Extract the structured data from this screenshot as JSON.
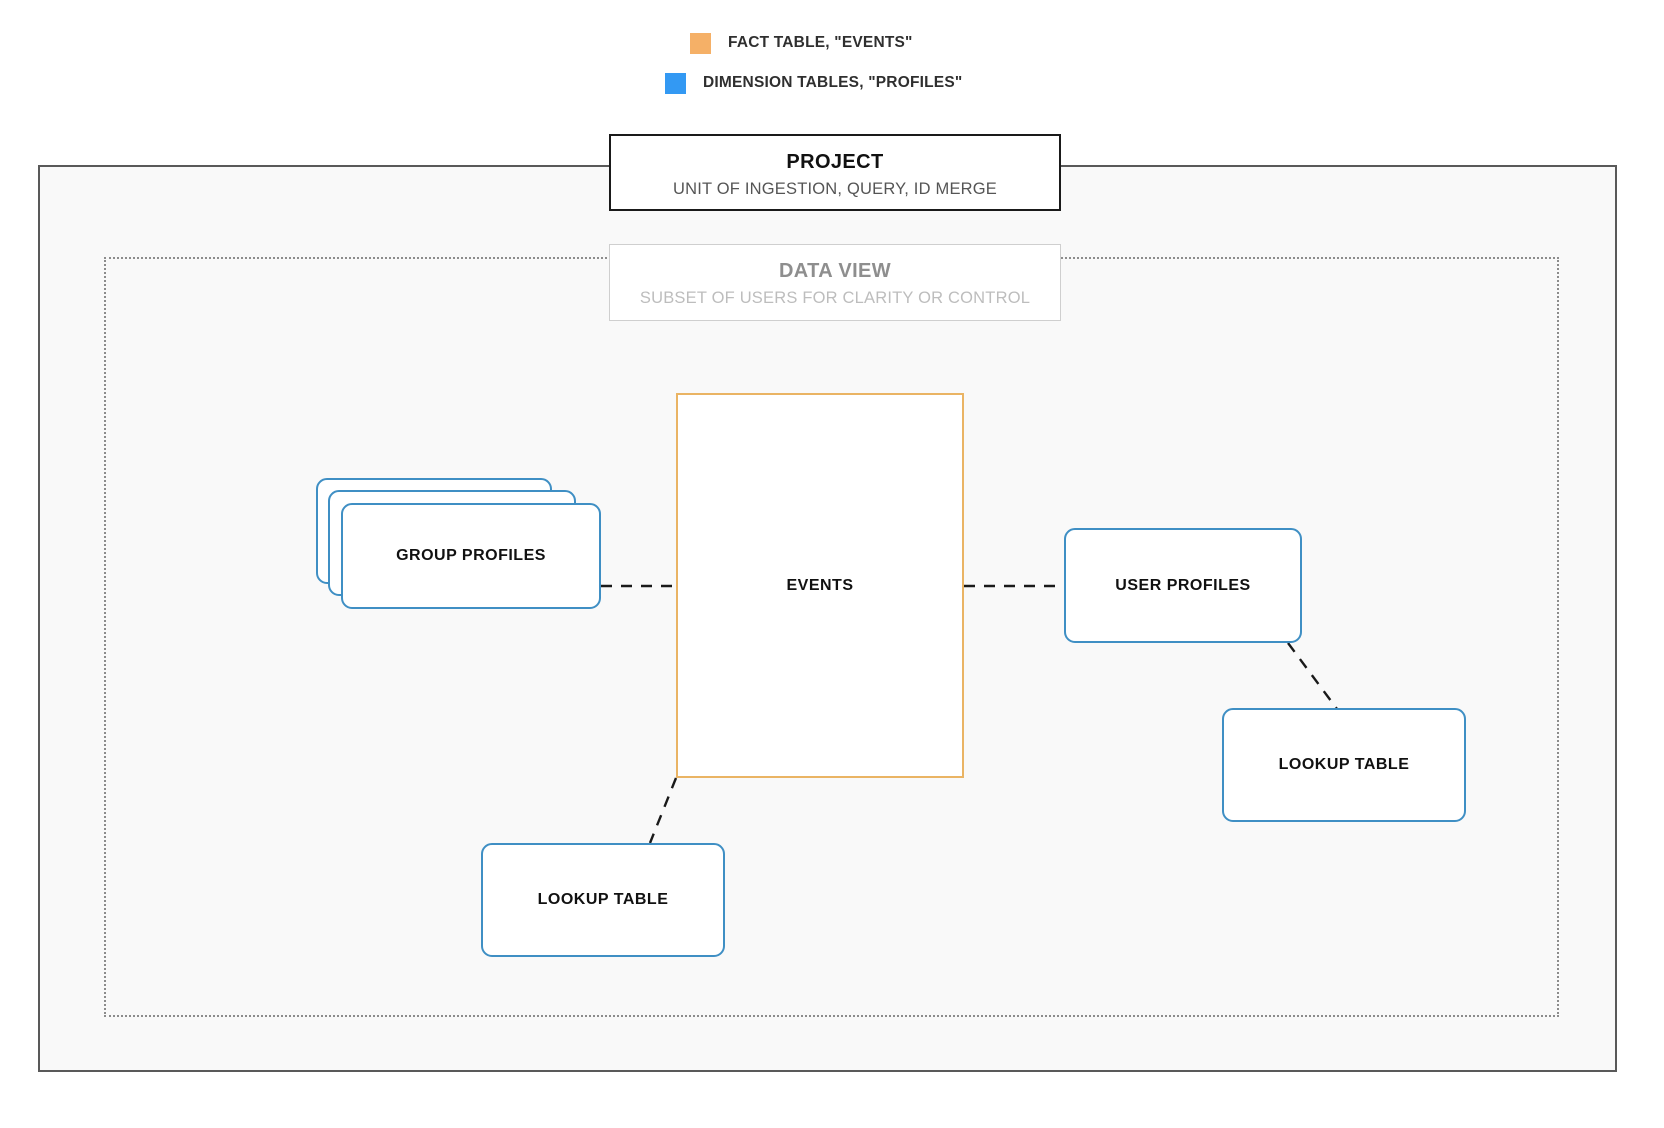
{
  "legend": {
    "items": [
      {
        "label": "FACT TABLE, \"EVENTS\"",
        "color": "#f5b067",
        "icon": "orange-square-swatch"
      },
      {
        "label": "DIMENSION TABLES, \"PROFILES\"",
        "color": "#3399f3",
        "icon": "blue-square-swatch"
      }
    ]
  },
  "project": {
    "title": "PROJECT",
    "subtitle": "UNIT OF INGESTION, QUERY, ID MERGE"
  },
  "data_view": {
    "title": "DATA VIEW",
    "subtitle": "SUBSET OF USERS FOR CLARITY OR CONTROL"
  },
  "nodes": {
    "events": {
      "label": "EVENTS",
      "type": "fact-table",
      "color": "#eab464"
    },
    "group_profiles": {
      "label": "GROUP PROFILES",
      "type": "dimension-table",
      "color": "#3f8fc4",
      "stacked": true
    },
    "user_profiles": {
      "label": "USER PROFILES",
      "type": "dimension-table",
      "color": "#3f8fc4",
      "stacked": false
    },
    "lookup_table_right": {
      "label": "LOOKUP TABLE",
      "type": "dimension-table",
      "color": "#3f8fc4",
      "stacked": false
    },
    "lookup_table_left": {
      "label": "LOOKUP TABLE",
      "type": "dimension-table",
      "color": "#3f8fc4",
      "stacked": false
    }
  },
  "connections": [
    {
      "from": "group_profiles",
      "to": "events",
      "style": "dashed"
    },
    {
      "from": "events",
      "to": "user_profiles",
      "style": "dashed"
    },
    {
      "from": "user_profiles",
      "to": "lookup_table_right",
      "style": "dashed"
    },
    {
      "from": "events",
      "to": "lookup_table_left",
      "style": "dashed"
    }
  ],
  "colors": {
    "fact": "#eab464",
    "dimension": "#3f8fc4",
    "project_border": "#595959",
    "data_view_border": "#8c8c8c",
    "canvas": "#f9f9f9",
    "connector": "#1a1a1a"
  }
}
